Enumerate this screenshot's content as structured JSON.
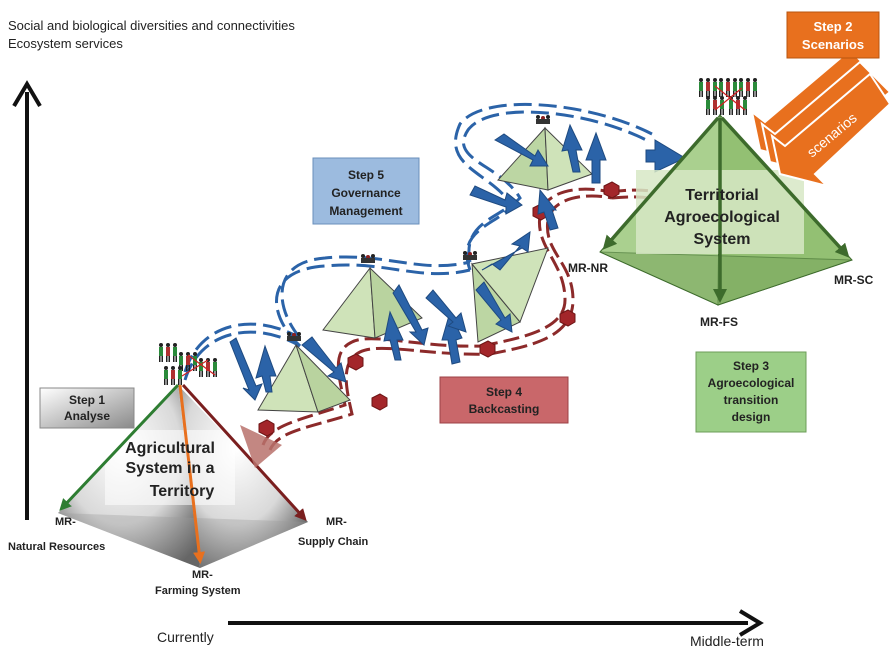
{
  "header": {
    "line1": "Social and biological diversities and connectivities",
    "line2": "Ecosystem services"
  },
  "axis": {
    "x_start": "Currently",
    "x_end": "Middle-term"
  },
  "steps": {
    "step1": {
      "line1": "Step 1",
      "line2": "Analyse"
    },
    "step2": {
      "line1": "Step 2",
      "line2": "Scenarios"
    },
    "step3": {
      "line1": "Step 3",
      "line2": "Agroecological",
      "line3": "transition",
      "line4": "design"
    },
    "step4": {
      "line1": "Step 4",
      "line2": "Backcasting"
    },
    "step5": {
      "line1": "Step 5",
      "line2": "Governance",
      "line3": "Management"
    }
  },
  "scenarios_label": "scenarios",
  "agricultural_system": {
    "line1": "Agricultural",
    "line2": "System in a",
    "line3": "Territory",
    "nr_line1": "MR-",
    "nr_line2": "Natural Resources",
    "fs_line1": "MR-",
    "fs_line2": "Farming System",
    "sc_line1": "MR-",
    "sc_line2": "Supply Chain"
  },
  "territorial_system": {
    "line1": "Territorial",
    "line2": "Agroecological",
    "line3": "System",
    "nr": "MR-NR",
    "fs": "MR-FS",
    "sc": "MR-SC"
  },
  "colors": {
    "blue": "#2b63a8",
    "red": "#8c2a2a",
    "green": "#9ec486",
    "orange": "#e8701e",
    "step5": "#9cbbdf",
    "step4": "#c9676a",
    "step3": "#9ccf88"
  }
}
